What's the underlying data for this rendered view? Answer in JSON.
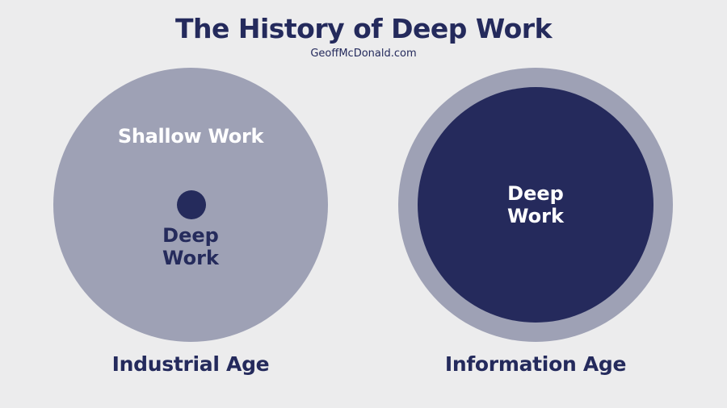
{
  "title": "The History of Deep Work",
  "subtitle": "GeoffMcDonald.com",
  "left_panel": {
    "outer_label": "Shallow Work",
    "inner_label_lines": [
      "Deep",
      "Work"
    ],
    "caption": "Industrial Age"
  },
  "right_panel": {
    "inner_label_lines": [
      "Deep",
      "Work"
    ],
    "caption": "Information Age"
  },
  "colors": {
    "background": "#ececed",
    "shallow_work": "#9ea1b5",
    "deep_work": "#252a5c",
    "text_dark": "#242a5c",
    "text_light": "#ffffff"
  }
}
